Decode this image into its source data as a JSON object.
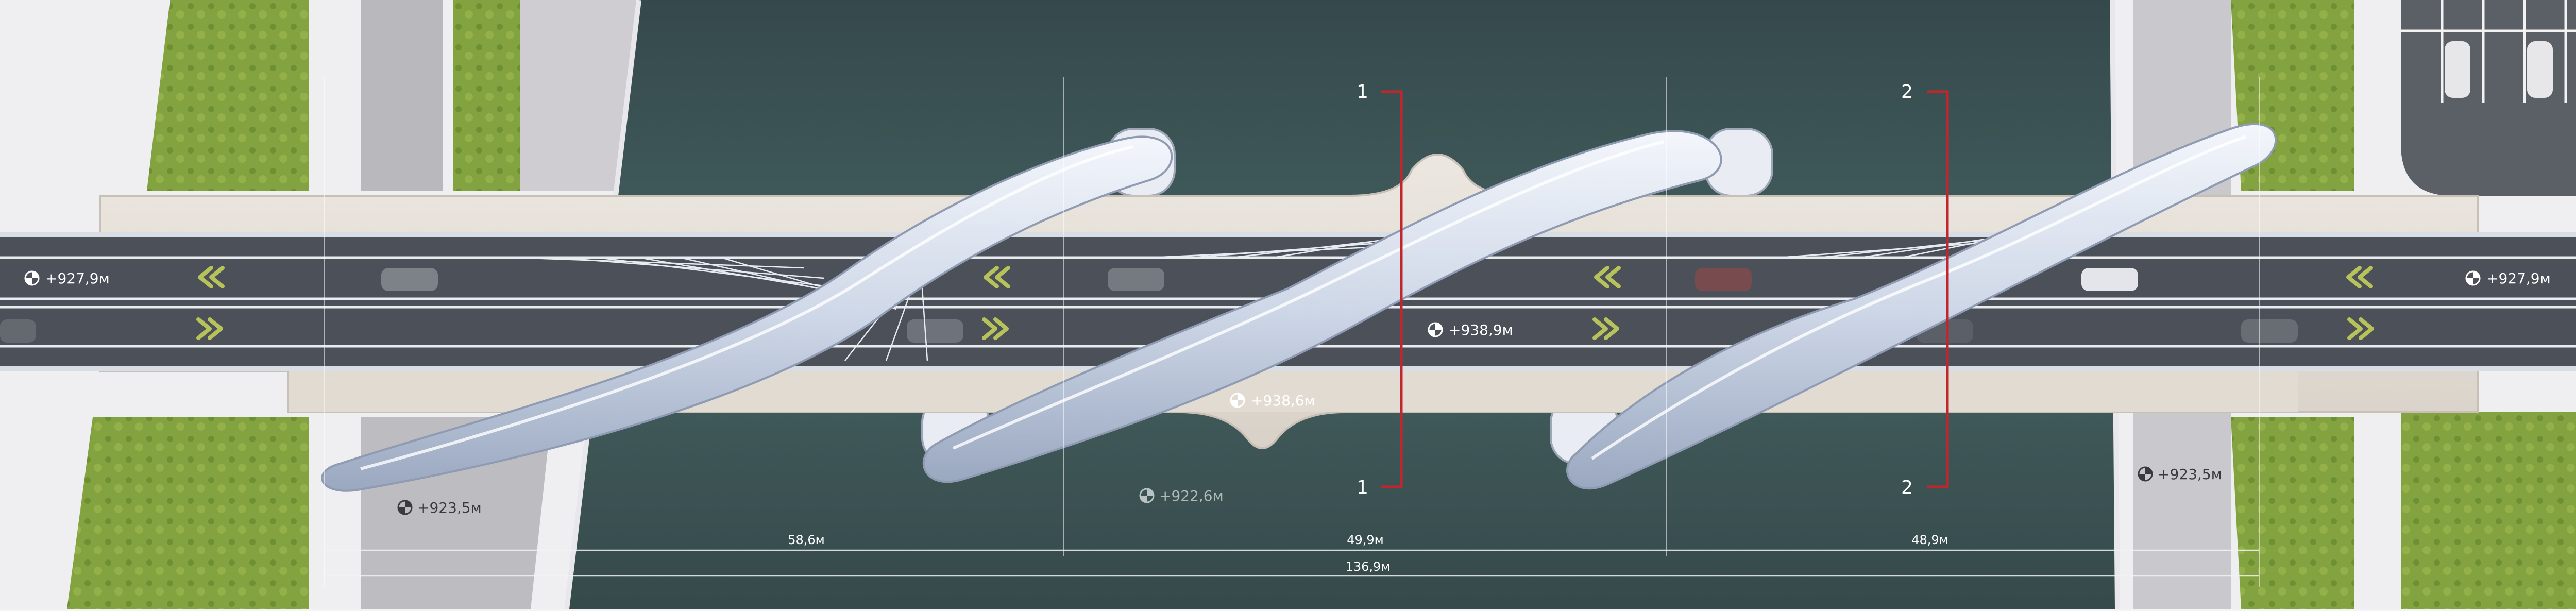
{
  "elevation_marks": {
    "deck_left": "+927,9м",
    "deck_right": "+927,9м",
    "deck_center": "+938,9м",
    "deck_walkway": "+938,6м",
    "bank_left": "+923,5м",
    "bank_right": "+923,5м",
    "water": "+922,6м"
  },
  "sections": {
    "s1_top": "1",
    "s1_bottom": "1",
    "s2_top": "2",
    "s2_bottom": "2"
  },
  "dimensions": {
    "span_1": "58,6м",
    "span_2": "49,9м",
    "span_3": "48,9м",
    "total": "136,9м"
  },
  "colors": {
    "water": "#3e5657",
    "road": "#4b4f56",
    "grass": "#7f9f3c",
    "arch": "#d7e0ee",
    "section_line": "#c0272d",
    "concrete": "#e6e0d8"
  }
}
